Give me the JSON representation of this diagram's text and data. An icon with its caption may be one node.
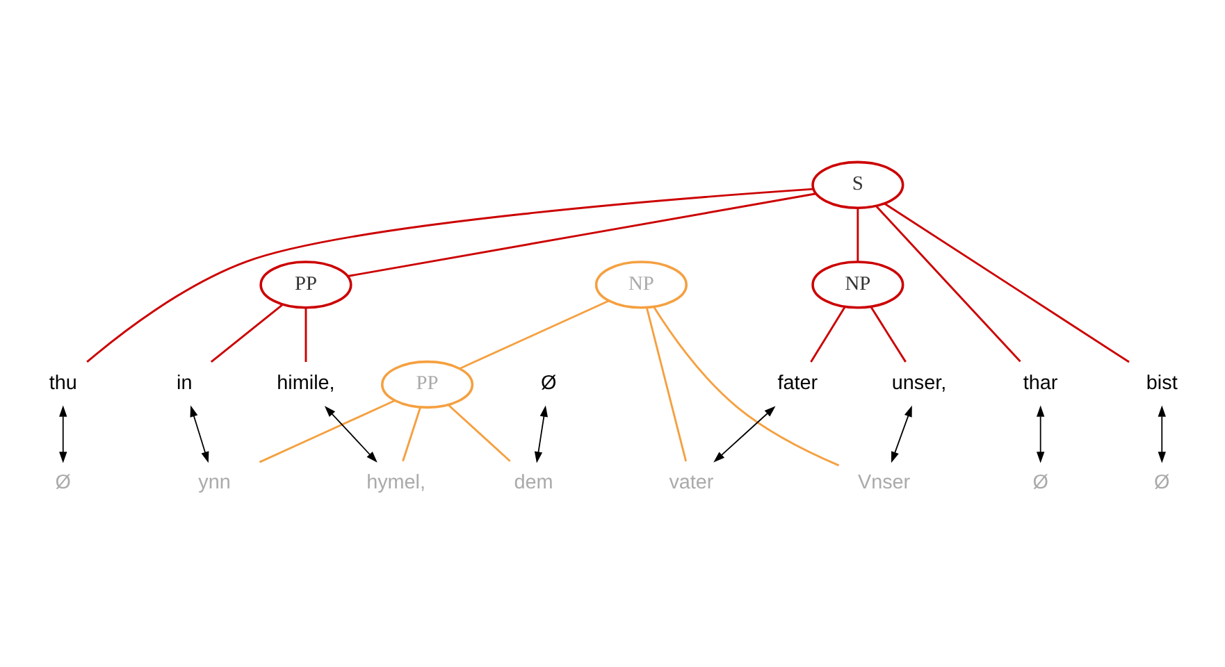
{
  "diagram": {
    "nodes": [
      {
        "text": [
          "NP"
        ]
      },
      {
        "text": [
          "S"
        ]
      },
      {
        "text": [
          "PP"
        ]
      },
      {
        "text": [
          "NP"
        ]
      },
      {
        "text": [
          "PP"
        ]
      },
      {
        "text": [
          "Vnser"
        ]
      },
      {
        "text": [
          "vater"
        ]
      },
      {
        "text": [
          "Ø"
        ]
      },
      {
        "text": [
          "Ø"
        ]
      },
      {
        "text": [
          "Ø"
        ]
      },
      {
        "text": [
          "ynn"
        ]
      },
      {
        "text": [
          "dem"
        ]
      },
      {
        "text": [
          "hymel,"
        ]
      },
      {
        "text": [
          "fater"
        ]
      },
      {
        "text": [
          "unser,"
        ]
      },
      {
        "text": [
          "thu"
        ]
      },
      {
        "text": [
          "thar"
        ]
      },
      {
        "text": [
          "bist"
        ]
      },
      {
        "text": [
          "in"
        ]
      },
      {
        "text": [
          "Ø"
        ]
      },
      {
        "text": [
          "himile,"
        ]
      }
    ],
    "edges": [
      {
        "from": 0,
        "to": 5,
        "arrow": "none",
        "color": "#f5a040"
      },
      {
        "from": 0,
        "to": 6,
        "arrow": "none",
        "color": "#f5a040"
      },
      {
        "from": 0,
        "to": 2,
        "arrow": "none",
        "color": "#f5a040"
      },
      {
        "from": 1,
        "to": 3,
        "arrow": "none"
      },
      {
        "from": 1,
        "to": 15,
        "arrow": "none"
      },
      {
        "from": 1,
        "to": 16,
        "arrow": "none"
      },
      {
        "from": 1,
        "to": 17,
        "arrow": "none"
      },
      {
        "from": 1,
        "to": 4,
        "arrow": "none"
      },
      {
        "from": 2,
        "to": 10,
        "arrow": "none",
        "color": "#f5a040"
      },
      {
        "from": 2,
        "to": 11,
        "arrow": "none",
        "color": "#f5a040"
      },
      {
        "from": 2,
        "to": 12,
        "arrow": "none",
        "color": "#f5a040"
      },
      {
        "from": 3,
        "to": 13,
        "arrow": "none"
      },
      {
        "from": 3,
        "to": 14,
        "arrow": "none"
      },
      {
        "from": 4,
        "to": 18,
        "arrow": "none"
      },
      {
        "from": 4,
        "to": 20,
        "arrow": "none"
      },
      {
        "from": 13,
        "to": 6,
        "arrow": "both",
        "color": "#000000"
      },
      {
        "from": 14,
        "to": 5,
        "arrow": "both",
        "color": "#000000"
      },
      {
        "from": 15,
        "to": 7,
        "arrow": "both",
        "color": "#000000"
      },
      {
        "from": 16,
        "to": 8,
        "arrow": "both",
        "color": "#000000"
      },
      {
        "from": 17,
        "to": 9,
        "arrow": "both",
        "color": "#000000"
      },
      {
        "from": 18,
        "to": 10,
        "arrow": "both",
        "color": "#000000"
      },
      {
        "from": 19,
        "to": 11,
        "arrow": "both",
        "color": "#000000"
      },
      {
        "from": 20,
        "to": 12,
        "arrow": "both",
        "color": "#000000"
      }
    ]
  }
}
